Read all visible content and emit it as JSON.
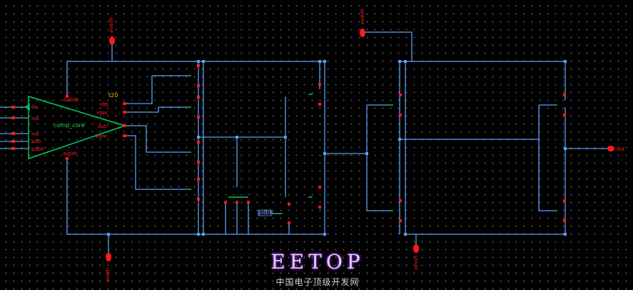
{
  "schematic": {
    "block": {
      "name": "comp_core",
      "top_pin": "avddh",
      "bottom_pin": "avssh"
    },
    "block_inputs": [
      "ibr",
      "inp",
      "inn",
      "pdb",
      "pdbh"
    ],
    "block_outputs": [
      "vbp",
      "vbpc",
      "outr",
      "vbnc"
    ],
    "instance_label": "t20",
    "supply_pins": [
      "avddh",
      "avddh",
      "avssh",
      "avssh"
    ],
    "pdbh_pin": "pdbh",
    "out_pin": "out"
  },
  "watermark": {
    "title": "EETOP",
    "subtitle": "中国电子顶级开发网"
  },
  "colors": {
    "wire": "#5aa0f0",
    "pin": "#ff1a1a",
    "symbol": "#00c060",
    "background": "#000000"
  }
}
